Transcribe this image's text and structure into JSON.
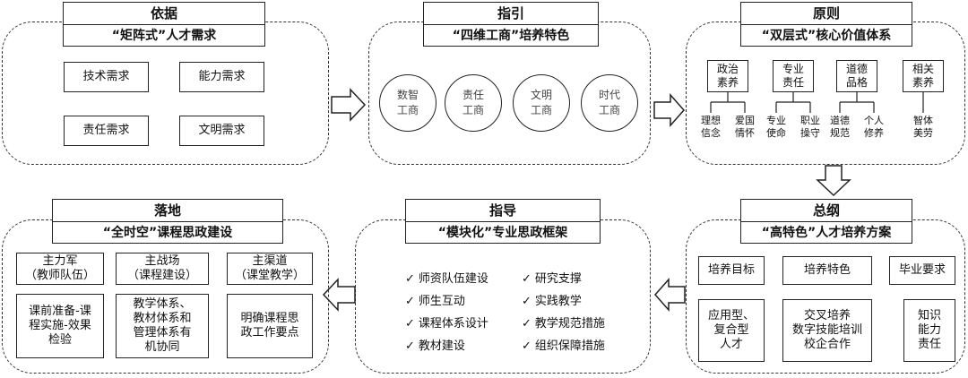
{
  "yiju": {
    "title": "依据",
    "subtitle": "“矩阵式”人才需求",
    "items": [
      "技术需求",
      "能力需求",
      "责任需求",
      "文明需求"
    ]
  },
  "zhiyin": {
    "title": "指引",
    "subtitle": "“四维工商”培养特色",
    "circles": [
      "数智\n工商",
      "责任\n工商",
      "文明\n工商",
      "时代\n工商"
    ]
  },
  "yuanze": {
    "title": "原则",
    "subtitle": "“双层式”核心价值体系",
    "groups": [
      {
        "label": "政治\n素养",
        "subs": [
          "理想\n信念",
          "爱国\n情怀"
        ]
      },
      {
        "label": "专业\n责任",
        "subs": [
          "专业\n使命",
          "职业\n操守"
        ]
      },
      {
        "label": "道德\n品格",
        "subs": [
          "道德\n规范",
          "个人\n修养"
        ]
      },
      {
        "label": "相关\n素养",
        "subs": [
          "智体\n美劳"
        ]
      }
    ]
  },
  "zonggang": {
    "title": "总纲",
    "subtitle": "“高特色”人才培养方案",
    "headers": [
      "培养目标",
      "培养特色",
      "毕业要求"
    ],
    "contents": [
      "应用型、\n复合型\n人才",
      "交叉培养\n数字技能培训\n校企合作",
      "知识\n能力\n责任"
    ]
  },
  "zhidao": {
    "title": "指导",
    "subtitle": "“模块化”专业思政框架",
    "check_mark": "✓",
    "left": [
      "师资队伍建设",
      "师生互动",
      "课程体系设计",
      "教材建设"
    ],
    "right": [
      "研究支撑",
      "实践教学",
      "教学规范措施",
      "组织保障措施"
    ]
  },
  "luodi": {
    "title": "落地",
    "subtitle": "“全时空”课程思政建设",
    "headers": [
      "主力军\n（教师队伍）",
      "主战场\n（课程建设）",
      "主渠道\n（课堂教学）"
    ],
    "contents": [
      "课前准备-课\n程实施-效果\n检验",
      "教学体系、\n教材体系和\n管理体系有\n机协同",
      "明确课程思\n政工作要点"
    ]
  }
}
